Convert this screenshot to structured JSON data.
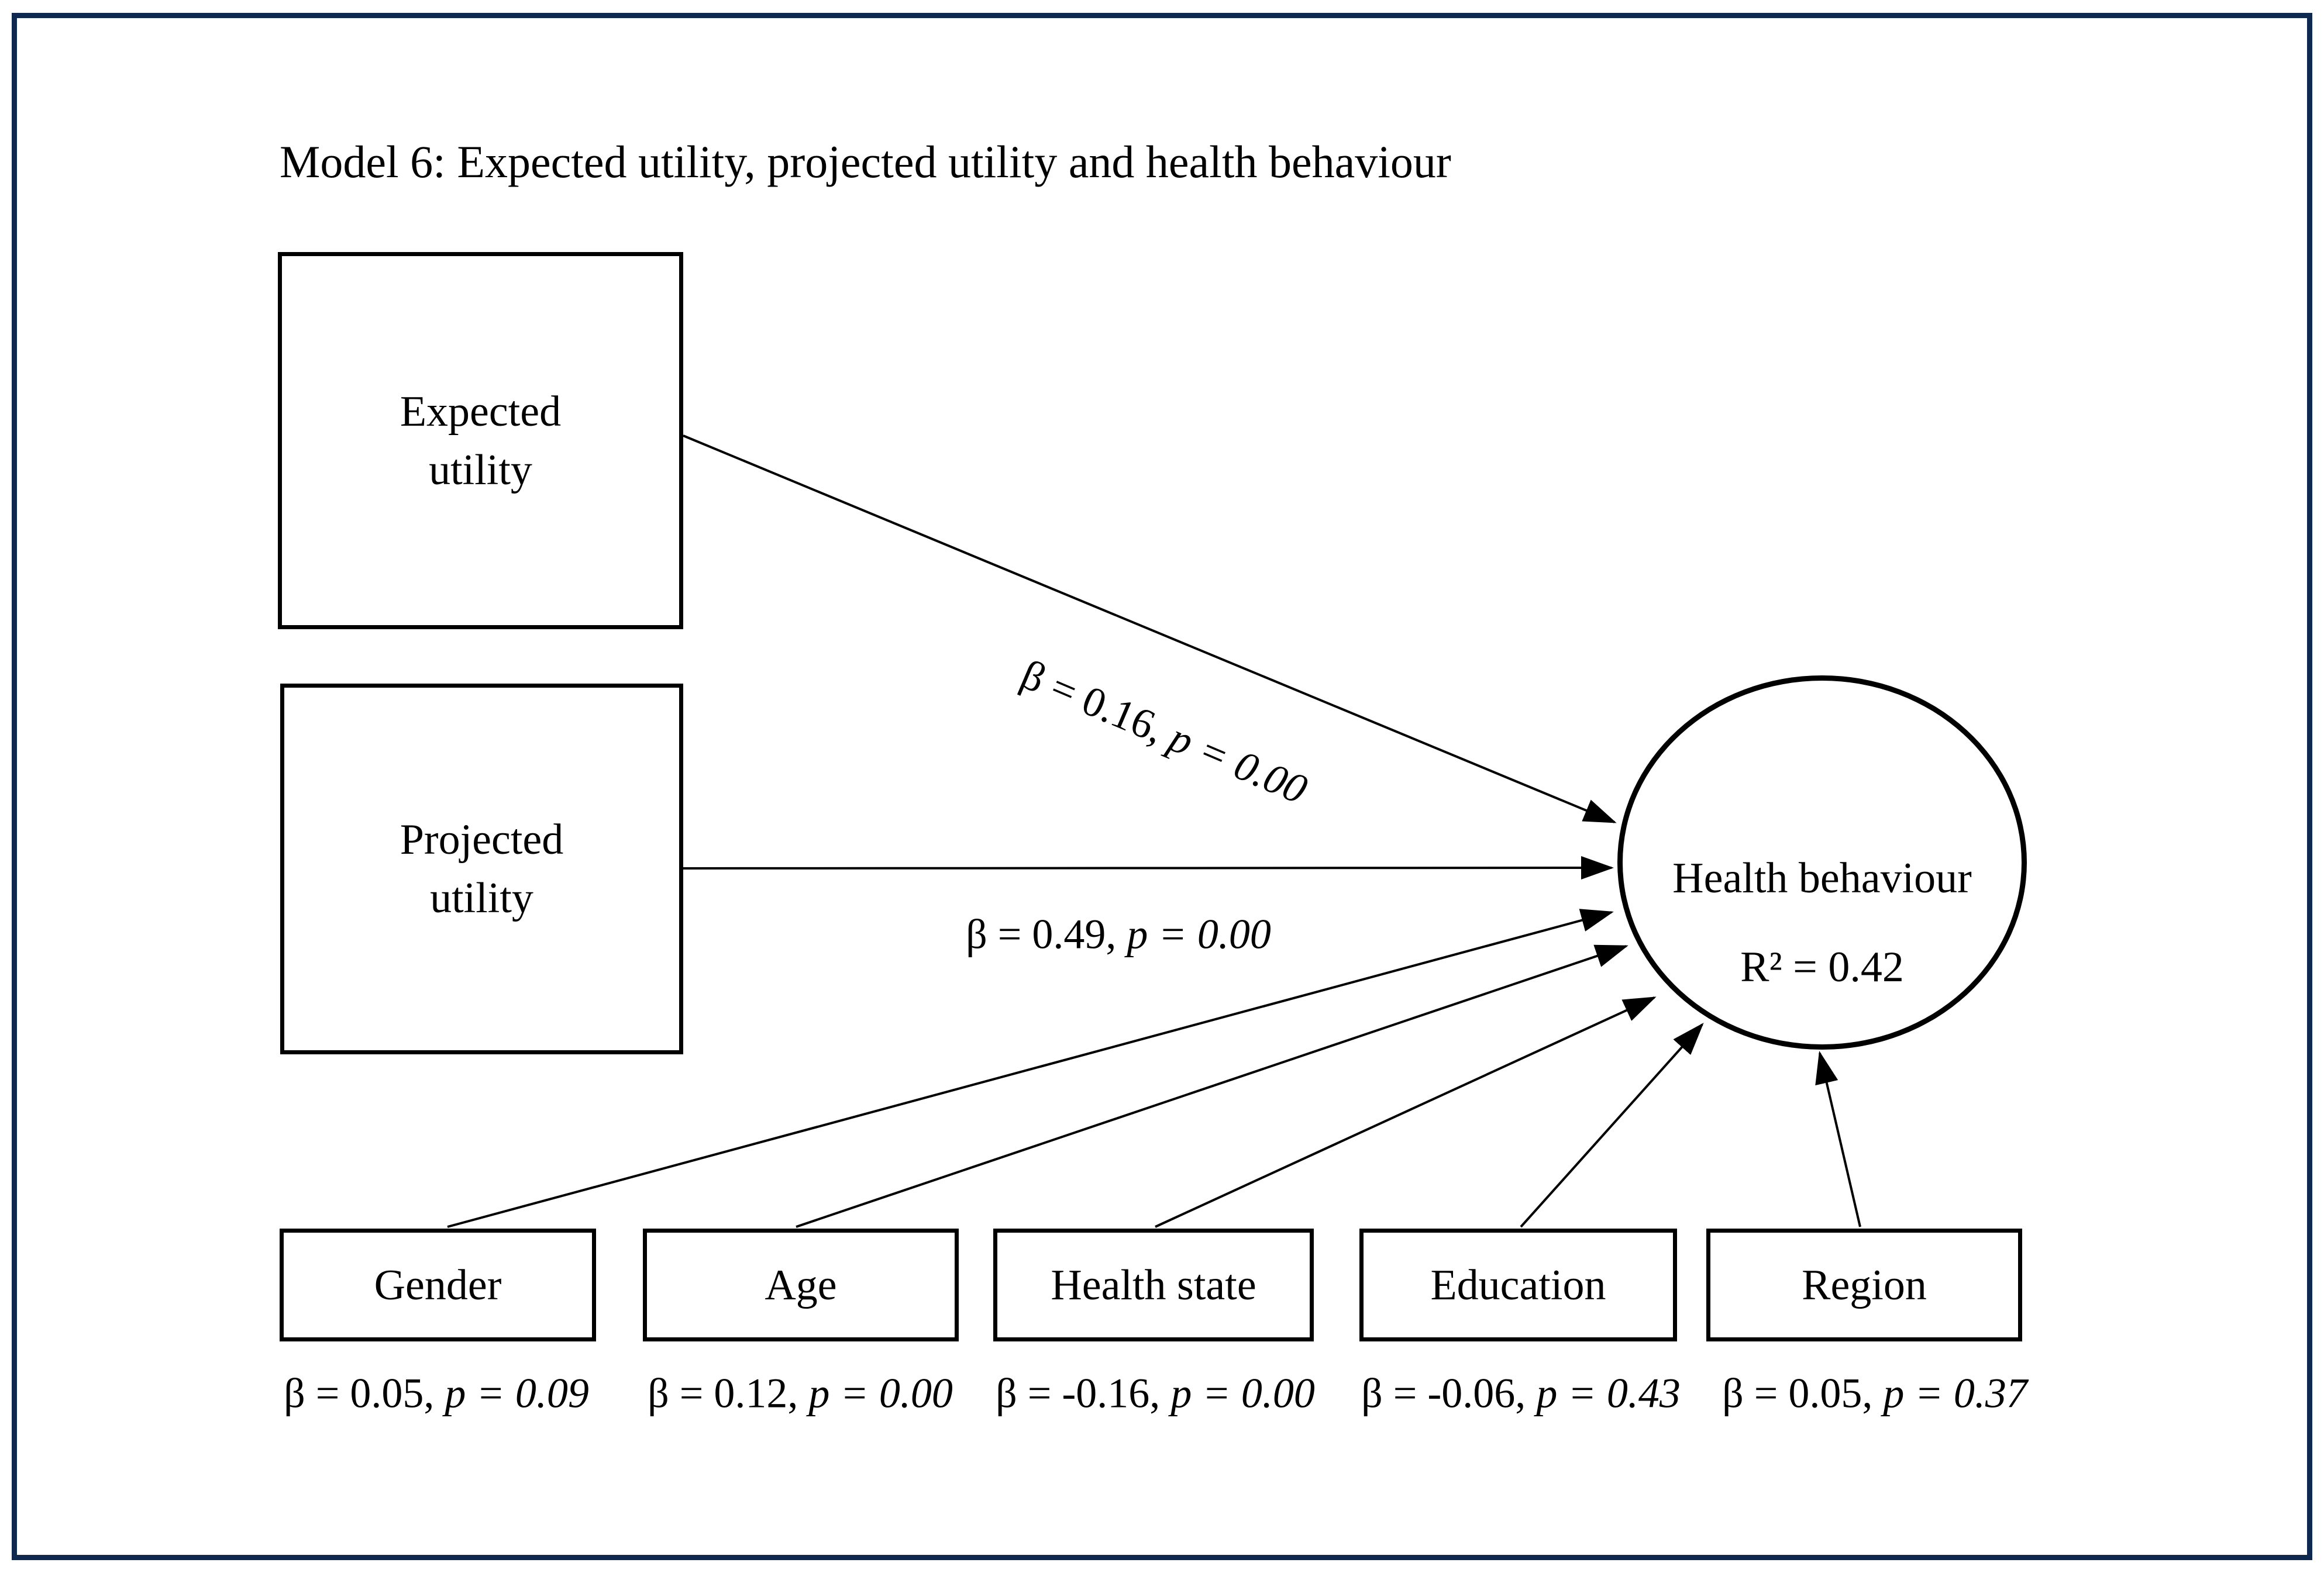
{
  "figure": {
    "title": "Model 6: Expected utility, projected utility and health behaviour",
    "colors": {
      "frame_border": "#0e2850",
      "ink": "#000000",
      "background": "#ffffff"
    },
    "nodes": {
      "expected_utility": {
        "label": "Expected\nutility",
        "shape": "rectangle"
      },
      "projected_utility": {
        "label": "Projected\nutility",
        "shape": "rectangle"
      },
      "health_behaviour": {
        "label": "Health behaviour",
        "r_squared": "R² = 0.42",
        "shape": "circle"
      },
      "gender": {
        "label": "Gender",
        "shape": "rectangle"
      },
      "age": {
        "label": "Age",
        "shape": "rectangle"
      },
      "health_state": {
        "label": "Health state",
        "shape": "rectangle"
      },
      "education": {
        "label": "Education",
        "shape": "rectangle"
      },
      "region": {
        "label": "Region",
        "shape": "rectangle"
      }
    },
    "paths": {
      "expected_to_health": {
        "beta": "β = 0.16, ",
        "p": "p = 0.00"
      },
      "projected_to_health": {
        "beta": "β = 0.49, ",
        "p": "p = 0.00"
      },
      "gender_to_health": {
        "beta": "β = 0.05, ",
        "p": "p = 0.09"
      },
      "age_to_health": {
        "beta": "β = 0.12, ",
        "p": "p = 0.00"
      },
      "health_state_to_health": {
        "beta": "β = -0.16, ",
        "p": "p = 0.00"
      },
      "education_to_health": {
        "beta": "β = -0.06, ",
        "p": "p = 0.43"
      },
      "region_to_health": {
        "beta": "β = 0.05, ",
        "p": "p = 0.37"
      }
    }
  }
}
